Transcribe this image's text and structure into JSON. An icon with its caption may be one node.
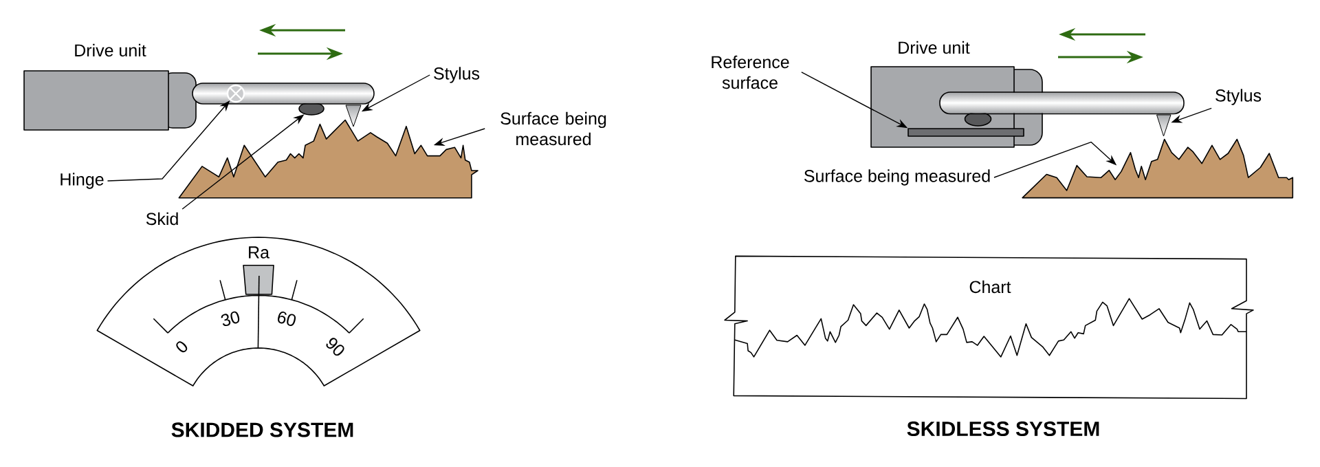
{
  "diagram": {
    "nodes": [
      {
        "text": [
          "Hinge"
        ]
      },
      {
        "text": [
          "Skid"
        ]
      },
      {
        "text": [
          "Stylus"
        ]
      },
      {
        "text": [
          "Surface being measured"
        ]
      },
      {
        "text": [
          "Reference surface"
        ]
      },
      {
        "text": [
          "Stylus"
        ]
      },
      {
        "text": [
          "Surface being measured"
        ]
      },
      {
        "text": [
          "Ra",
          "0",
          "30",
          "60",
          "90"
        ]
      },
      {
        "text": [
          "Chart"
        ]
      },
      {
        "text": [],
        "shape": "circle"
      },
      {
        "text": [],
        "shape": "ellipse"
      },
      {
        "text": [],
        "shape": "triangle"
      },
      {
        "text": [],
        "shape": "picture"
      },
      {
        "text": [],
        "shape": "bar"
      },
      {
        "text": [],
        "shape": "triangle"
      },
      {
        "text": [],
        "shape": "picture"
      }
    ],
    "edges": [
      {
        "from": 0,
        "to": 9,
        "arrow": "to"
      },
      {
        "from": 1,
        "to": 10,
        "arrow": "to"
      },
      {
        "from": 2,
        "to": 11,
        "arrow": "to"
      },
      {
        "from": 3,
        "to": 12,
        "arrow": "to"
      },
      {
        "from": 4,
        "to": 13,
        "arrow": "to"
      },
      {
        "from": 5,
        "to": 14,
        "arrow": "to"
      },
      {
        "from": 6,
        "to": 15,
        "arrow": "to"
      }
    ],
    "labels": [
      "Drive unit",
      "Drive unit",
      "SKIDDED SYSTEM",
      "SKIDLESS SYSTEM"
    ]
  }
}
